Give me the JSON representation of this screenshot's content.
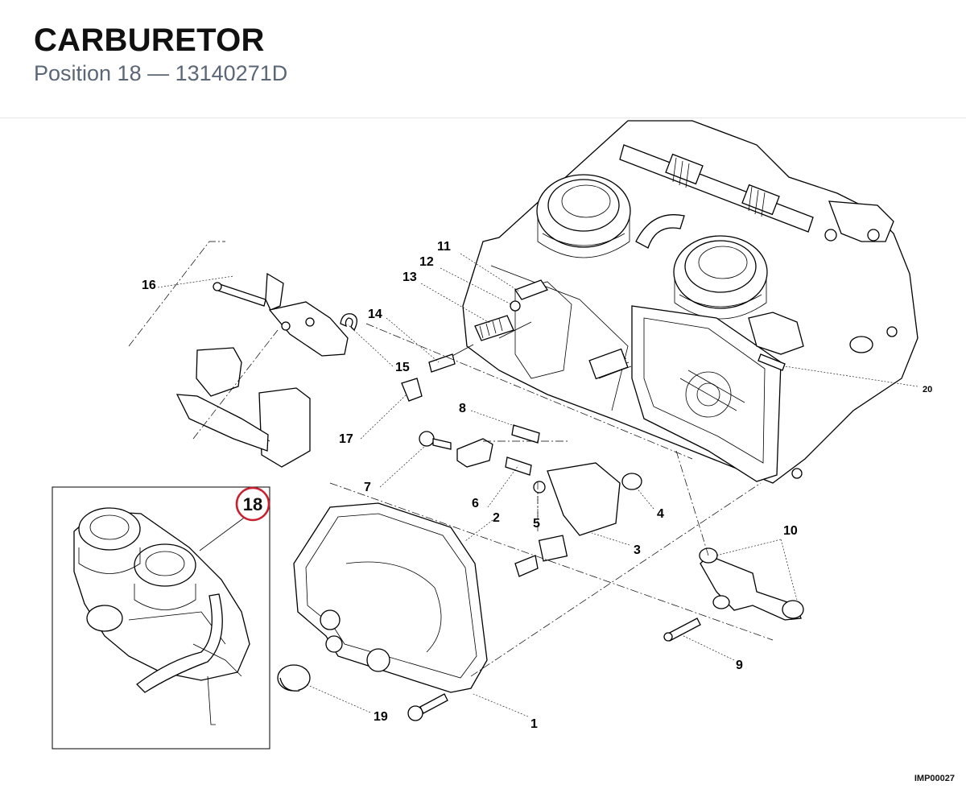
{
  "header": {
    "title": "CARBURETOR",
    "subtitle": "Position 18 — 13140271D"
  },
  "inset": {
    "badge": "18"
  },
  "callouts": {
    "c1": "1",
    "c2": "2",
    "c3": "3",
    "c4": "4",
    "c5": "5",
    "c6": "6",
    "c7": "7",
    "c8": "8",
    "c9": "9",
    "c10": "10",
    "c11": "11",
    "c12": "12",
    "c13": "13",
    "c14": "14",
    "c15": "15",
    "c16": "16",
    "c17": "17",
    "c19": "19",
    "c20": "20"
  },
  "footer": {
    "ref": "IMP00027"
  },
  "colors": {
    "badge_ring": "#c8202f",
    "subtitle": "#5b6676"
  }
}
